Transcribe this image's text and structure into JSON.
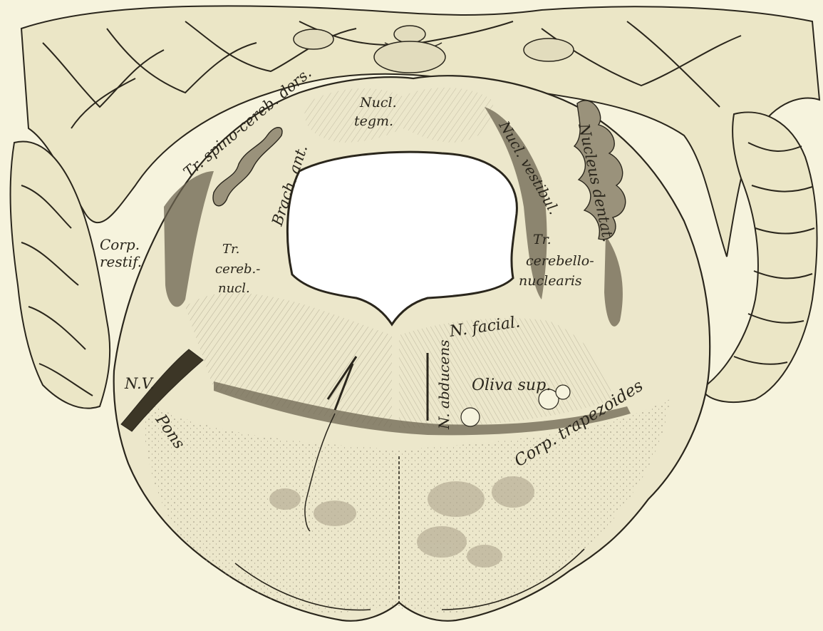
{
  "labels": {
    "tr_spino": "Tr. spino-cereb. dors.",
    "nucl_tegm_1": "Nucl.",
    "nucl_tegm_2": "tegm.",
    "nucl_vestibul": "Nucl. vestibul.",
    "nucleus_dentat": "Nucleus dentat.",
    "brach_ant": "Brach. ant.",
    "corp_restif_1": "Corp.",
    "corp_restif_2": "restif.",
    "tr_cereb_nucl_left_1": "Tr.",
    "tr_cereb_nucl_left_2": "cereb.-",
    "tr_cereb_nucl_left_3": "nucl.",
    "tr_cerebello_1": "Tr.",
    "tr_cerebello_2": "cerebello-",
    "tr_cerebello_3": "nuclearis",
    "n_facial": "N. facial.",
    "n_abducens": "N. abducens",
    "oliva_sup": "Oliva sup.",
    "nv": "N.V.",
    "pons": "Pons",
    "corp_trapezoides": "Corp. trapezoides"
  },
  "colors": {
    "paper": "#f6f3dd",
    "ink": "#2a261c",
    "cortex_fill": "#ebe6c6",
    "pons_fill": "#ece7cb",
    "dark_tract": "#6c6450"
  }
}
